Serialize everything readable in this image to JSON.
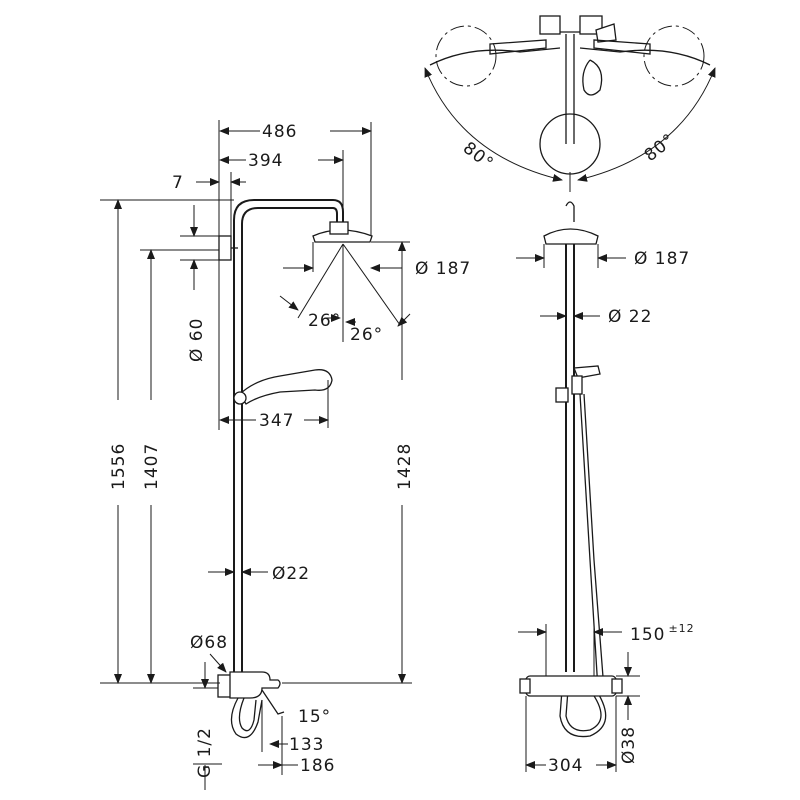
{
  "side_view": {
    "width_overall": "486",
    "width_head": "394",
    "wall_offset": "7",
    "wall_plate_diameter": "Ø 60",
    "head_diameter": "Ø 187",
    "spray_angle_left": "26°",
    "spray_angle_right": "26°",
    "hand_shower_reach": "347",
    "height_overall": "1556",
    "height_head_outlet": "1407",
    "height_rail": "1428",
    "pipe_diameter": "Ø22",
    "escutcheon_diameter": "Ø68",
    "connection_thread": "G 1/2",
    "spout_angle": "15°",
    "spout_projection_1": "133",
    "spout_projection_2": "186"
  },
  "top_view": {
    "swivel_left": "80°",
    "swivel_right": "80°"
  },
  "front_view": {
    "head_diameter": "Ø 187",
    "pipe_diameter": "Ø 22",
    "connection_spacing": "150",
    "connection_tolerance": "±12",
    "body_diameter": "Ø38",
    "body_width": "304"
  }
}
